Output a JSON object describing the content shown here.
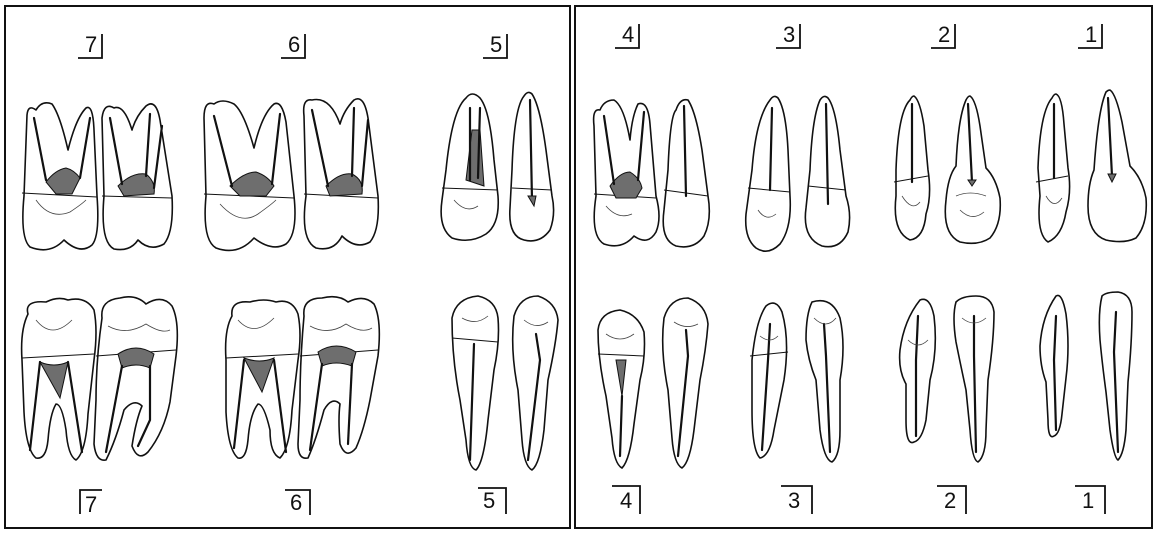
{
  "upper_labels": [
    {
      "id": "u7",
      "text": "7"
    },
    {
      "id": "u6",
      "text": "6"
    },
    {
      "id": "u5",
      "text": "5"
    },
    {
      "id": "u4",
      "text": "4"
    },
    {
      "id": "u3",
      "text": "3"
    },
    {
      "id": "u2",
      "text": "2"
    },
    {
      "id": "u1",
      "text": "1"
    }
  ],
  "lower_labels": [
    {
      "id": "l7",
      "text": "7"
    },
    {
      "id": "l6",
      "text": "6"
    },
    {
      "id": "l5",
      "text": "5"
    },
    {
      "id": "l4",
      "text": "4"
    },
    {
      "id": "l3",
      "text": "3"
    },
    {
      "id": "l2",
      "text": "2"
    },
    {
      "id": "l1",
      "text": "1"
    }
  ],
  "colors": {
    "line": "#111111",
    "pulp": "#6e6e6e",
    "background": "#ffffff"
  }
}
